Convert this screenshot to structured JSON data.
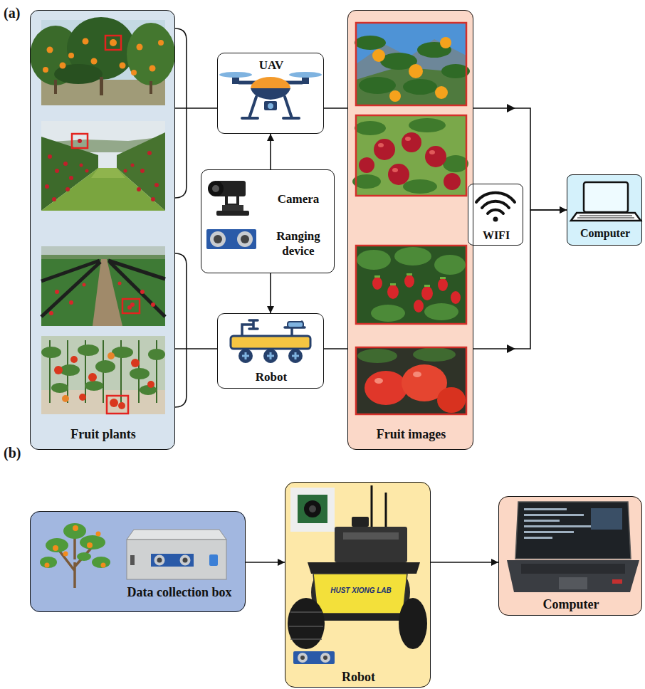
{
  "diagram": {
    "nodes": [
      {
        "text": [
          "Fruit plants"
        ]
      },
      {
        "text": [
          "UAV"
        ]
      },
      {
        "text": [
          "Camera",
          "Ranging device"
        ]
      },
      {
        "text": [
          "Robot"
        ]
      },
      {
        "text": [
          "Fruit images"
        ]
      },
      {
        "text": [
          "WIFI"
        ]
      },
      {
        "text": [
          "Computer"
        ]
      },
      {
        "text": [
          "Data collection box"
        ]
      },
      {
        "text": [
          "Robot"
        ]
      },
      {
        "text": [
          "Computer"
        ]
      }
    ],
    "edges": [
      {
        "from": 0,
        "to": 1,
        "arrow": "none"
      },
      {
        "from": 0,
        "to": 3,
        "arrow": "none"
      },
      {
        "from": 2,
        "to": 1,
        "arrow": "to"
      },
      {
        "from": 2,
        "to": 3,
        "arrow": "to"
      },
      {
        "from": 1,
        "to": 6,
        "arrow": "to"
      },
      {
        "from": 3,
        "to": 6,
        "arrow": "to"
      },
      {
        "from": 7,
        "to": 8,
        "arrow": "to"
      },
      {
        "from": 8,
        "to": 9,
        "arrow": "to"
      }
    ],
    "labels": [
      "(a)",
      "(b)",
      "HUST XIONG LAB"
    ]
  }
}
